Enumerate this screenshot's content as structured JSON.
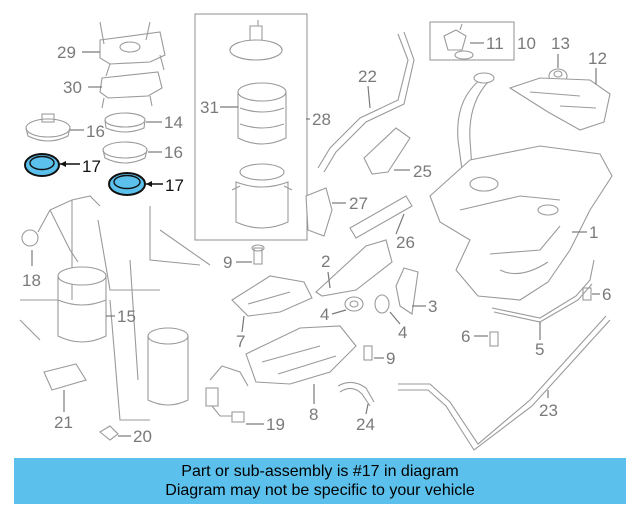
{
  "diagram": {
    "callouts": [
      {
        "id": "c29",
        "text": "29"
      },
      {
        "id": "c30",
        "text": "30"
      },
      {
        "id": "c16a",
        "text": "16"
      },
      {
        "id": "c14",
        "text": "14"
      },
      {
        "id": "c16b",
        "text": "16"
      },
      {
        "id": "c17a",
        "text": "17"
      },
      {
        "id": "c17b",
        "text": "17"
      },
      {
        "id": "c31",
        "text": "31"
      },
      {
        "id": "c28",
        "text": "28"
      },
      {
        "id": "c11",
        "text": "11"
      },
      {
        "id": "c10",
        "text": "10"
      },
      {
        "id": "c13",
        "text": "13"
      },
      {
        "id": "c12",
        "text": "12"
      },
      {
        "id": "c22",
        "text": "22"
      },
      {
        "id": "c25",
        "text": "25"
      },
      {
        "id": "c27",
        "text": "27"
      },
      {
        "id": "c26",
        "text": "26"
      },
      {
        "id": "c1",
        "text": "1"
      },
      {
        "id": "c18",
        "text": "18"
      },
      {
        "id": "c9a",
        "text": "9"
      },
      {
        "id": "c2",
        "text": "2"
      },
      {
        "id": "c3",
        "text": "3"
      },
      {
        "id": "c4a",
        "text": "4"
      },
      {
        "id": "c4b",
        "text": "4"
      },
      {
        "id": "c15",
        "text": "15"
      },
      {
        "id": "c7",
        "text": "7"
      },
      {
        "id": "c6a",
        "text": "6"
      },
      {
        "id": "c6b",
        "text": "6"
      },
      {
        "id": "c5",
        "text": "5"
      },
      {
        "id": "c9b",
        "text": "9"
      },
      {
        "id": "c21",
        "text": "21"
      },
      {
        "id": "c19",
        "text": "19"
      },
      {
        "id": "c8",
        "text": "8"
      },
      {
        "id": "c24",
        "text": "24"
      },
      {
        "id": "c23",
        "text": "23"
      },
      {
        "id": "c20",
        "text": "20"
      }
    ],
    "highlight_color": "#5bc0eb",
    "line_color": "#9a9a9a"
  },
  "banner": {
    "line1": "Part or sub-assembly is #17 in diagram",
    "line2": "Diagram may not be specific to your vehicle",
    "color": "#5bc0eb"
  }
}
